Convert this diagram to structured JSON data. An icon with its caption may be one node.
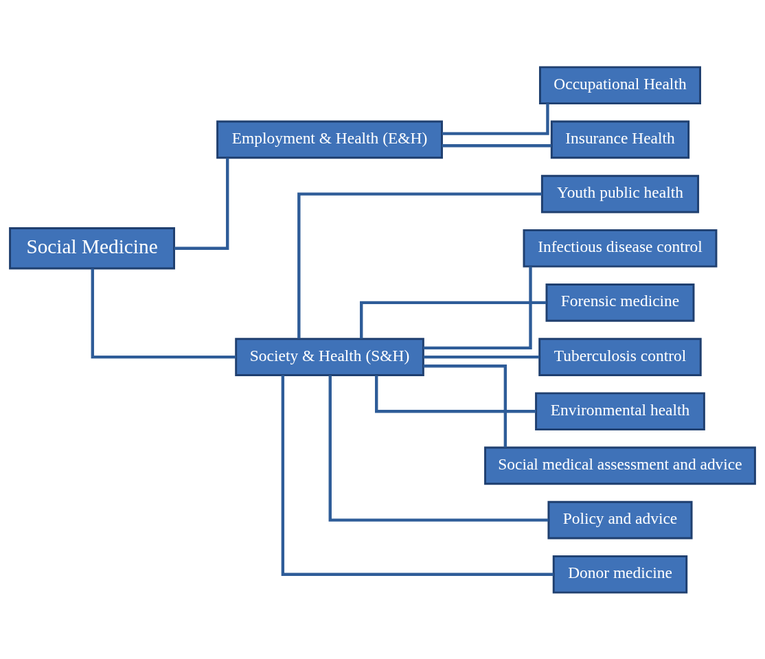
{
  "diagram": {
    "nodes": [
      {
        "text": [
          "Social Medicine"
        ]
      },
      {
        "text": [
          "Employment & Health (E&H)"
        ]
      },
      {
        "text": [
          "Society & Health (S&H)"
        ]
      },
      {
        "text": [
          "Occupational Health"
        ]
      },
      {
        "text": [
          "Insurance Health"
        ]
      },
      {
        "text": [
          "Youth public health"
        ]
      },
      {
        "text": [
          "Infectious disease control"
        ]
      },
      {
        "text": [
          "Forensic medicine"
        ]
      },
      {
        "text": [
          "Tuberculosis control"
        ]
      },
      {
        "text": [
          "Environmental health"
        ]
      },
      {
        "text": [
          "Social medical assessment and advice"
        ]
      },
      {
        "text": [
          "Policy and advice"
        ]
      },
      {
        "text": [
          "Donor medicine"
        ]
      }
    ],
    "edges": [
      {
        "from": 0,
        "to": 1,
        "arrow": "none"
      },
      {
        "from": 0,
        "to": 2,
        "arrow": "none"
      },
      {
        "from": 1,
        "to": 3,
        "arrow": "none"
      },
      {
        "from": 1,
        "to": 4,
        "arrow": "none"
      },
      {
        "from": 2,
        "to": 5,
        "arrow": "none"
      },
      {
        "from": 2,
        "to": 6,
        "arrow": "none"
      },
      {
        "from": 2,
        "to": 7,
        "arrow": "none"
      },
      {
        "from": 2,
        "to": 8,
        "arrow": "none"
      },
      {
        "from": 2,
        "to": 9,
        "arrow": "none"
      },
      {
        "from": 2,
        "to": 10,
        "arrow": "none"
      },
      {
        "from": 2,
        "to": 11,
        "arrow": "none"
      },
      {
        "from": 2,
        "to": 12,
        "arrow": "none"
      }
    ]
  }
}
